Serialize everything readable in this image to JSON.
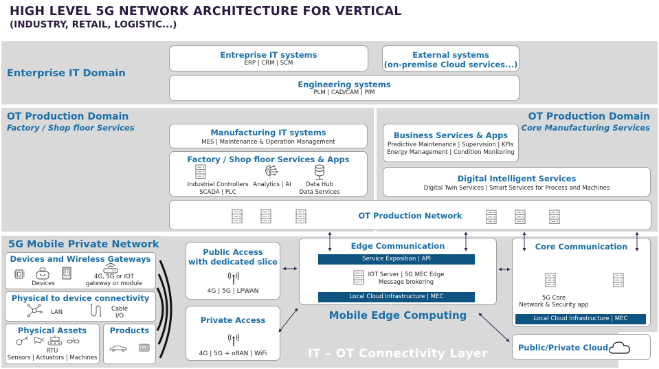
{
  "title": {
    "line1": "HIGH LEVEL 5G NETWORK ARCHITECTURE FOR VERTICAL",
    "line2": "(INDUSTRY, RETAIL, LOGISTIC...)"
  },
  "enterprise_domain": {
    "label": "Enterprise IT Domain",
    "boxes": {
      "enterprise_it": {
        "title": "Entreprise IT systems",
        "sub": "ERP | CRM | SCM"
      },
      "external": {
        "title": "External systems",
        "title2": "(on-premise Cloud services...)"
      },
      "engineering": {
        "title": "Engineering systems",
        "sub": "PLM | CAD/CAM | PIM"
      }
    }
  },
  "ot_factory": {
    "label": "OT Production Domain",
    "sub": "Factory / Shop floor Services",
    "manufacturing": {
      "title": "Manufacturing IT systems",
      "sub": "MES | Maintenance & Operation Management"
    },
    "shopfloor": {
      "title": "Factory / Shop floor Services & Apps",
      "items": [
        {
          "icon": "server-icon",
          "line1": "Industrial Controllers",
          "line2": "SCADA | PLC"
        },
        {
          "icon": "brain-ai-icon",
          "line1": "Analytics | AI",
          "line2": ""
        },
        {
          "icon": "database-icon",
          "line1": "Data Hub",
          "line2": "Data Services"
        }
      ]
    }
  },
  "ot_core": {
    "label": "OT Production Domain",
    "sub": "Core Manufacturing Services",
    "business": {
      "title": "Business Services & Apps",
      "line1": "Predictive Maintenance | Supervision | KPIs",
      "line2": "Energy Management | Condition Monitoring"
    },
    "digital": {
      "title": "Digital Intelligent Services",
      "sub": "Digital Twin Services | Smart Services for Process and Machines"
    }
  },
  "ot_network": {
    "title": "OT Production Network"
  },
  "private_network": {
    "label": "5G Mobile Private Network",
    "devices": {
      "title": "Devices and Wireless Gateways",
      "devices_label": "Devices",
      "gateway_line1": "4G, 5G or IOT",
      "gateway_line2": "gateway or module"
    },
    "connectivity": {
      "title": "Physical to device connectivity",
      "lan": "LAN",
      "cable1": "Cable",
      "cable2": "I/O"
    },
    "assets": {
      "title": "Physical Assets",
      "line1": "RTU",
      "line2": "Sensors | Actuators | Machines"
    },
    "products": {
      "title": "Products"
    }
  },
  "access": {
    "public": {
      "title1": "Public Access",
      "title2": "with dedicated slice",
      "sub": "4G | 5G | LPWAN"
    },
    "private": {
      "title": "Private Access",
      "sub": "4G | 5G + oRAN | WiFi"
    }
  },
  "edge": {
    "title": "Edge Communication",
    "bar_top": "Service Exposition | API",
    "line1": "IOT Server | 5G MEC Edge",
    "line2": "Message brokering",
    "bar_bottom": "Local Cloud Infrastructure | MEC",
    "caption": "Mobile Edge Computing"
  },
  "core": {
    "title": "Core Communication",
    "line1": "5G Core",
    "line2": "Network & Security app",
    "bar": "Local Cloud Infrastructure | MEC"
  },
  "cloud": {
    "title": "Public/Private Cloud"
  },
  "layer_label": "IT – OT Connectivity Layer",
  "colors": {
    "accent_blue": "#1b6fa8",
    "dark_bar": "#0f5381",
    "band_gray": "#d9d9d9",
    "arrow": "#3a2350",
    "title": "#2a1a3e"
  }
}
